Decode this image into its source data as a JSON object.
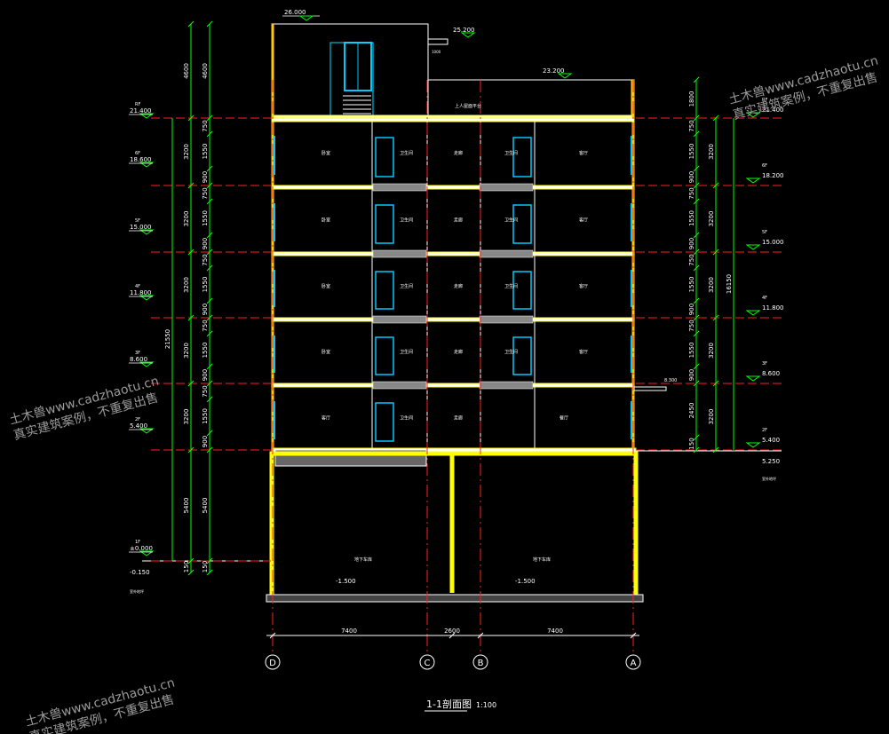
{
  "title": "1-1剖面图",
  "scale": "1:100",
  "watermark": {
    "line1": "土木兽www.cadzhaotu.cn",
    "line2": "真实建筑案例，不重复出售"
  },
  "axes": [
    {
      "label": "D"
    },
    {
      "label": "C"
    },
    {
      "label": "B"
    },
    {
      "label": "A"
    }
  ],
  "bottom_dims": [
    "7400",
    "2600",
    "7400"
  ],
  "left_levels": [
    {
      "name": "RF",
      "elev": "21.400"
    },
    {
      "name": "6F",
      "elev": "18.600"
    },
    {
      "name": "5F",
      "elev": "15.000"
    },
    {
      "name": "4F",
      "elev": "11.800"
    },
    {
      "name": "3F",
      "elev": "8.600"
    },
    {
      "name": "2F",
      "elev": "5.400"
    },
    {
      "name": "1F",
      "elev": "±0.000"
    }
  ],
  "right_levels": [
    {
      "name": "RF",
      "elev": "21.400"
    },
    {
      "name": "6F",
      "elev": "18.200"
    },
    {
      "name": "5F",
      "elev": "15.000"
    },
    {
      "name": "4F",
      "elev": "11.800"
    },
    {
      "name": "3F",
      "elev": "8.600"
    },
    {
      "name": "2F",
      "elev": "5.400"
    }
  ],
  "top_elevs": {
    "roof_top": "26.000",
    "canopy": "25.200",
    "parapet": "23.200",
    "ground": "-0.150",
    "right_ground": "5.250",
    "balcony": "8.300"
  },
  "basement_elevs": [
    "-1.500",
    "-1.500"
  ],
  "canopy_dim": "1000",
  "left_dims_outer": [
    "4600",
    "3200",
    "3200",
    "3200",
    "3200",
    "3200",
    "5400",
    "150"
  ],
  "left_total": "21550",
  "left_dims_inner": [
    "4600",
    "750",
    "1550",
    "900",
    "750",
    "1550",
    "900",
    "750",
    "1550",
    "900",
    "750",
    "1550",
    "900",
    "750",
    "1550",
    "900",
    "5400",
    "150"
  ],
  "right_dims_inner": [
    "1800",
    "750",
    "1550",
    "900",
    "750",
    "1550",
    "900",
    "750",
    "1550",
    "900",
    "750",
    "1550",
    "900",
    "2450",
    "150"
  ],
  "right_dims_outer": [
    "3200",
    "3200",
    "3200",
    "3200",
    "3200"
  ],
  "right_total": "16150",
  "room_labels": [
    "卧室",
    "卫生间",
    "走廊",
    "卫生间",
    "客厅"
  ],
  "basement_labels": [
    "地下车库",
    "地下车库"
  ],
  "floor2_labels": [
    "客厅",
    "卫生间",
    "走廊",
    "餐厅"
  ],
  "roof_label": "上人屋面平台",
  "ground_note": "室外地坪",
  "right_note": "室外地坪"
}
